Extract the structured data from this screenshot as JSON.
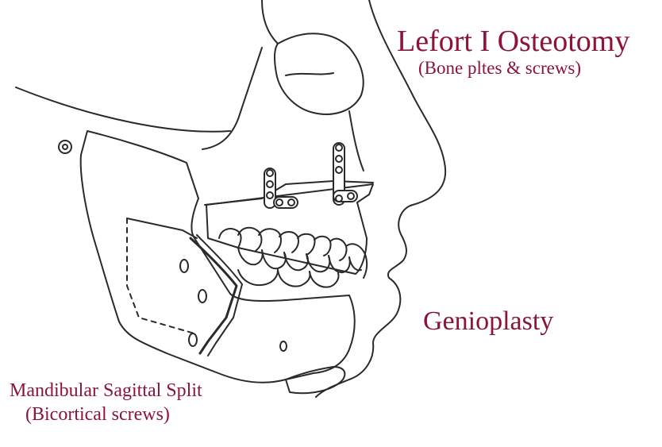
{
  "colors": {
    "label": "#8a1538",
    "line": "#2a2a2a",
    "background": "#ffffff"
  },
  "labels": {
    "lefort_title": "Lefort I Osteotomy",
    "lefort_subtitle": "(Bone pltes & screws)",
    "genioplasty": "Genioplasty",
    "mandibular_title": "Mandibular Sagittal Split",
    "mandibular_subtitle": "(Bicortical screws)"
  },
  "icons": {
    "bone_plate": "bone-plate-icon",
    "screw": "screw-icon"
  }
}
